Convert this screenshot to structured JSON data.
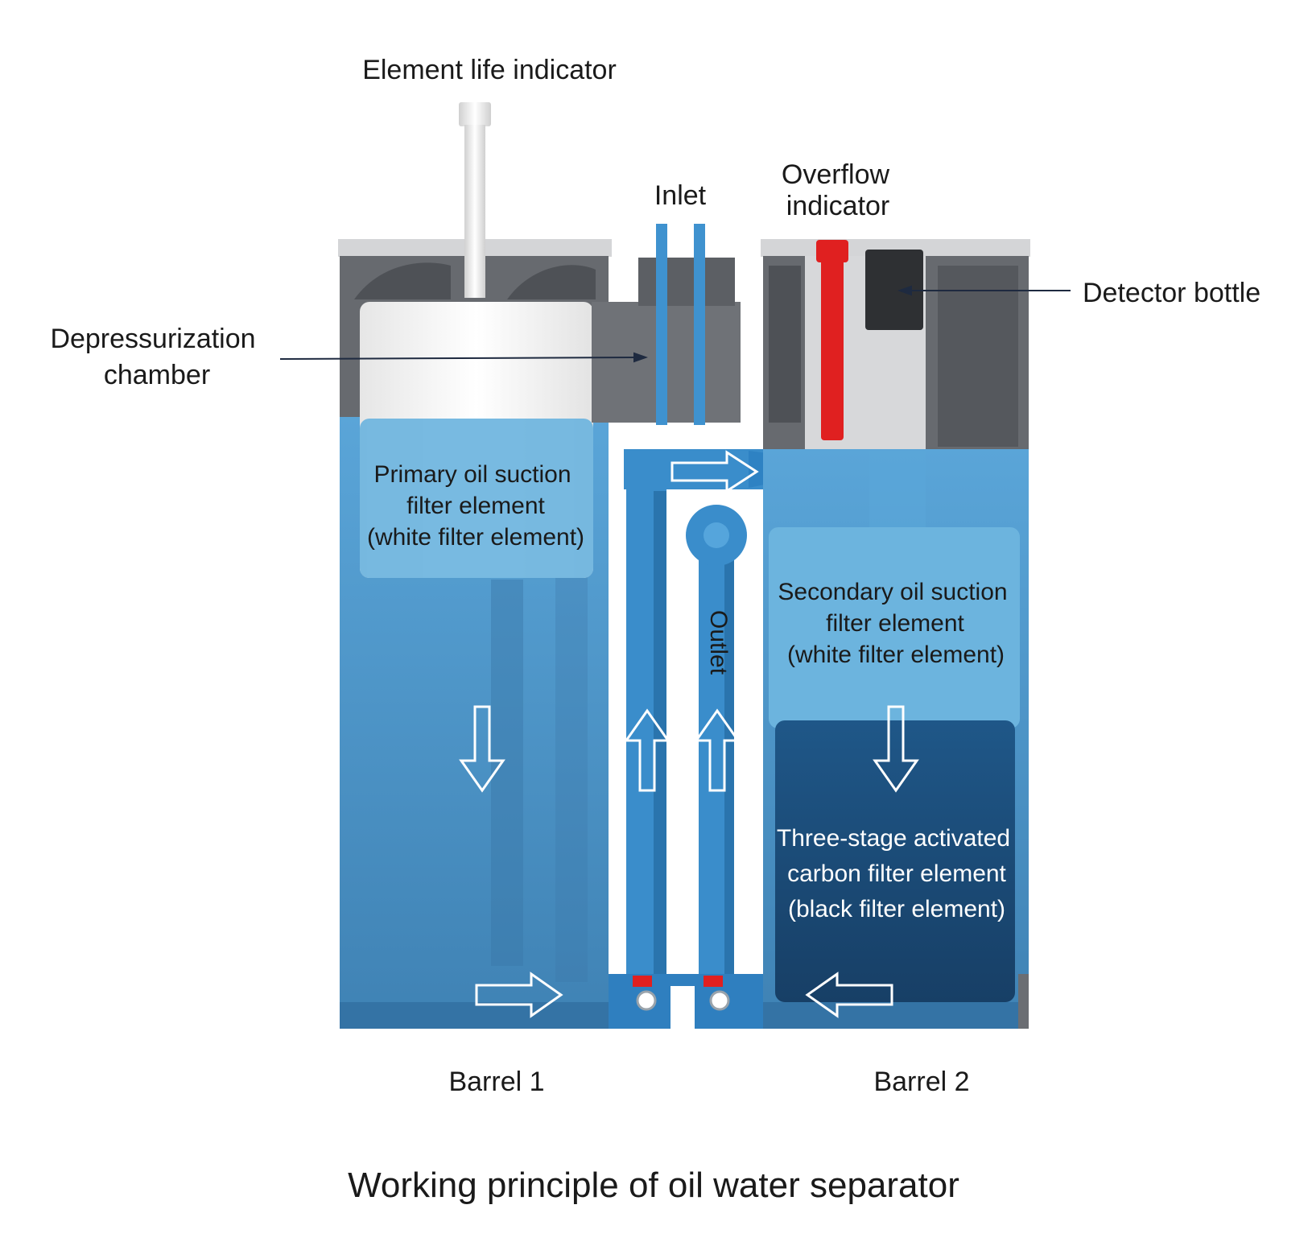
{
  "title": "Working principle of oil water separator",
  "labels": {
    "element_life_indicator": "Element life indicator",
    "inlet": "Inlet",
    "overflow_indicator_1": "Overflow",
    "overflow_indicator_2": "indicator",
    "detector_bottle": "Detector bottle",
    "depressurization_1": "Depressurization",
    "depressurization_2": "chamber",
    "primary_1": "Primary oil suction",
    "primary_2": "filter element",
    "primary_3": "(white filter element)",
    "secondary_1": "Secondary oil suction",
    "secondary_2": "filter element",
    "secondary_3": "(white filter element)",
    "carbon_1": "Three-stage activated",
    "carbon_2": "carbon filter element",
    "carbon_3": "(black filter element)",
    "outlet": "Outlet",
    "barrel_1": "Barrel 1",
    "barrel_2": "Barrel 2"
  },
  "colors": {
    "water": "#4f9bd0",
    "water_dark": "#3c7fb1",
    "pipe": "#2f86c8",
    "housing": "#6a6d72",
    "housing_light": "#d6d7d9",
    "indicator_red": "#e02020",
    "carbon": "#1d4f7d",
    "filter_white": "#f2f2f2"
  }
}
